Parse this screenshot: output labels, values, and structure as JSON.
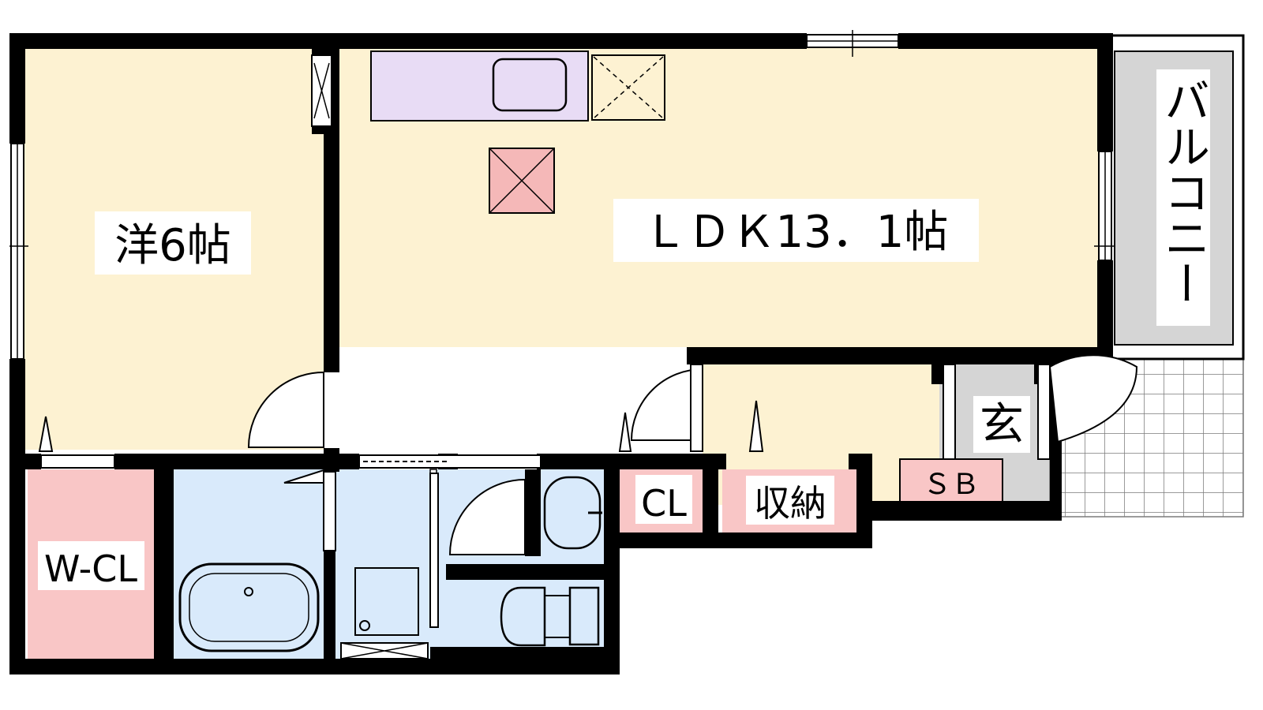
{
  "labels": {
    "western_room": "洋6帖",
    "ldk": "ＬＤＫ13．1帖",
    "balcony": "バルコニー",
    "entrance": "玄",
    "shoe_box": "ＳＢ",
    "closet": "CL",
    "storage": "収納",
    "walk_in_closet": "W-CL"
  },
  "colors": {
    "room_floor": "#fdf2d2",
    "kitchen": "#e8dcf5",
    "wet_area": "#d9eafb",
    "closet": "#f9c6c6",
    "entrance_floor": "#d5d5d5",
    "balcony": "#d5d5d5",
    "wall": "#000000"
  }
}
